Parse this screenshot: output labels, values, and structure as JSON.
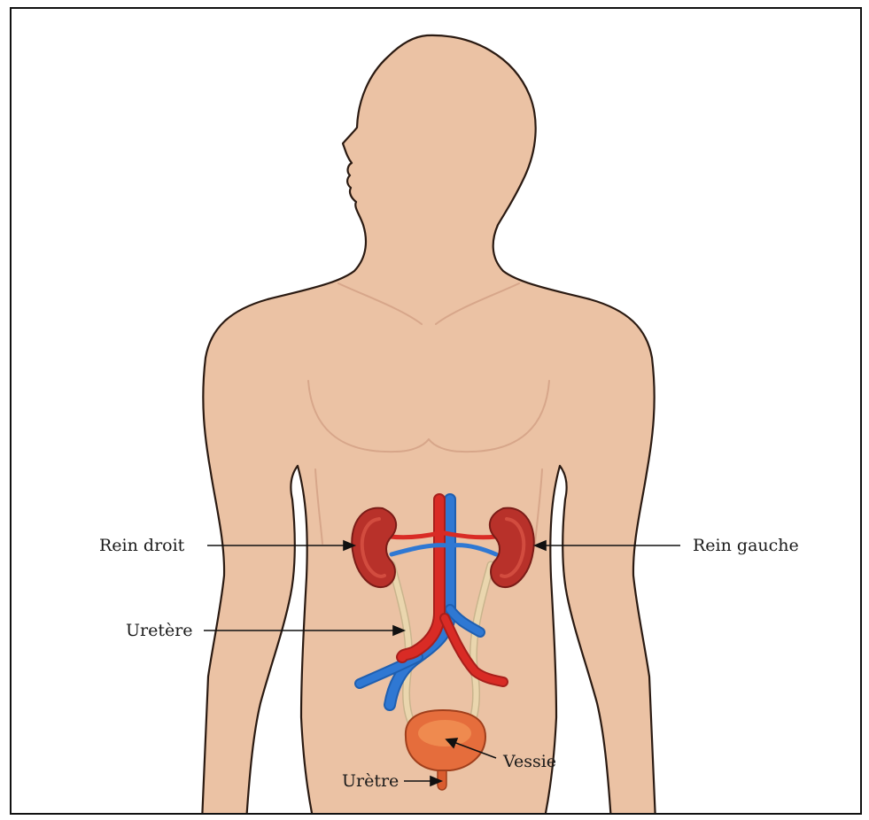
{
  "labels": {
    "rein_droit": "Rein droit",
    "rein_gauche": "Rein gauche",
    "uretere": "Uretère",
    "vessie": "Vessie",
    "uretre": "Urètre"
  },
  "colors": {
    "skin": "#ebc2a4",
    "skin_outline": "#2a1a12",
    "kidney": "#b8312a",
    "kidney_inner": "#d24c3f",
    "artery": "#d92b25",
    "vein": "#2f78d3",
    "ureter": "#ead6ae",
    "bladder": "#e56d3c",
    "bladder_inner": "#ef8a4f"
  }
}
